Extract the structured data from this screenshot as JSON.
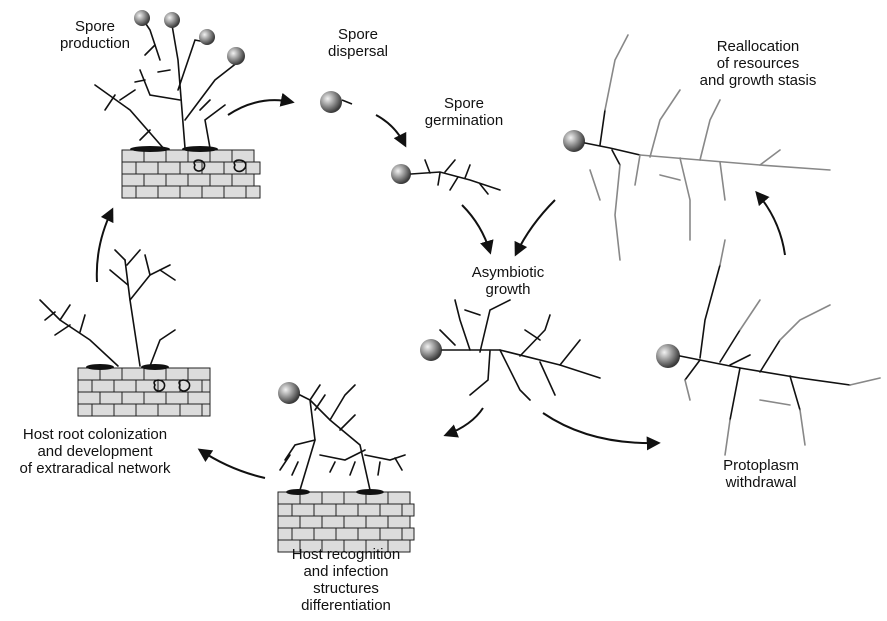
{
  "labels": {
    "spore_production": "Spore\nproduction",
    "spore_dispersal": "Spore\ndispersal",
    "spore_germination": "Spore\ngermination",
    "reallocation": "Reallocation\nof resources\nand growth stasis",
    "asymbiotic_growth": "Asymbiotic\ngrowth",
    "protoplasm_withdrawal": "Protoplasm\nwithdrawal",
    "host_recognition": "Host recognition\nand infection\nstructures\ndifferentiation",
    "host_root_colonization": "Host root colonization\nand development\nof extraradical network"
  },
  "colors": {
    "ink": "#111111",
    "retracted_hyphae": "#888888",
    "root_cell": "#dcdcdc",
    "spore_light": "#f2f2f2",
    "spore_dark": "#3a3a3a"
  }
}
